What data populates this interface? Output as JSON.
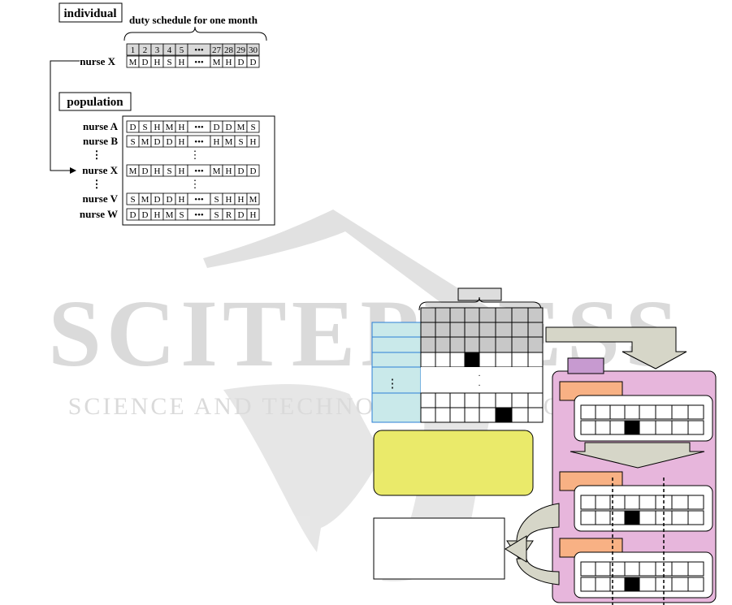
{
  "top_figure": {
    "individual_label": "individual",
    "schedule_caption": "duty schedule for one month",
    "day_headers": [
      "1",
      "2",
      "3",
      "4",
      "5",
      "•••",
      "27",
      "28",
      "29",
      "30"
    ],
    "individual": {
      "name": "nurse X",
      "duties": [
        "M",
        "D",
        "H",
        "S",
        "H",
        "•••",
        "M",
        "H",
        "D",
        "D"
      ]
    },
    "population_label": "population",
    "population_rows": [
      {
        "name": "nurse A",
        "duties": [
          "D",
          "S",
          "H",
          "M",
          "H",
          "•••",
          "D",
          "D",
          "M",
          "S"
        ]
      },
      {
        "name": "nurse B",
        "duties": [
          "S",
          "M",
          "D",
          "D",
          "H",
          "•••",
          "H",
          "M",
          "S",
          "H"
        ]
      },
      {
        "name": "⋮",
        "duties": []
      },
      {
        "name": "nurse X",
        "duties": [
          "M",
          "D",
          "H",
          "S",
          "H",
          "•••",
          "M",
          "H",
          "D",
          "D"
        ]
      },
      {
        "name": "⋮",
        "duties": []
      },
      {
        "name": "nurse V",
        "duties": [
          "S",
          "M",
          "D",
          "D",
          "H",
          "•••",
          "S",
          "H",
          "H",
          "M"
        ]
      },
      {
        "name": "nurse W",
        "duties": [
          "D",
          "D",
          "H",
          "M",
          "S",
          "•••",
          "S",
          "R",
          "D",
          "H"
        ]
      }
    ]
  },
  "watermark": {
    "brand": "SCITEPRESS",
    "tagline": "SCIENCE AND TECHNOLOGY PUBLICATIONS"
  },
  "bottom_figure": {
    "vertical_ellipsis": "⋮"
  },
  "colors": {
    "grid_gray": "#c8c8c8",
    "cyan_panel": "#c9e9ea",
    "yellow_panel": "#eaea6a",
    "purple_panel": "#e7b6dc",
    "orange_tag": "#f8b184",
    "arrow_gray": "#d6d6c8",
    "watermark_gray": "#dcdcdc"
  }
}
